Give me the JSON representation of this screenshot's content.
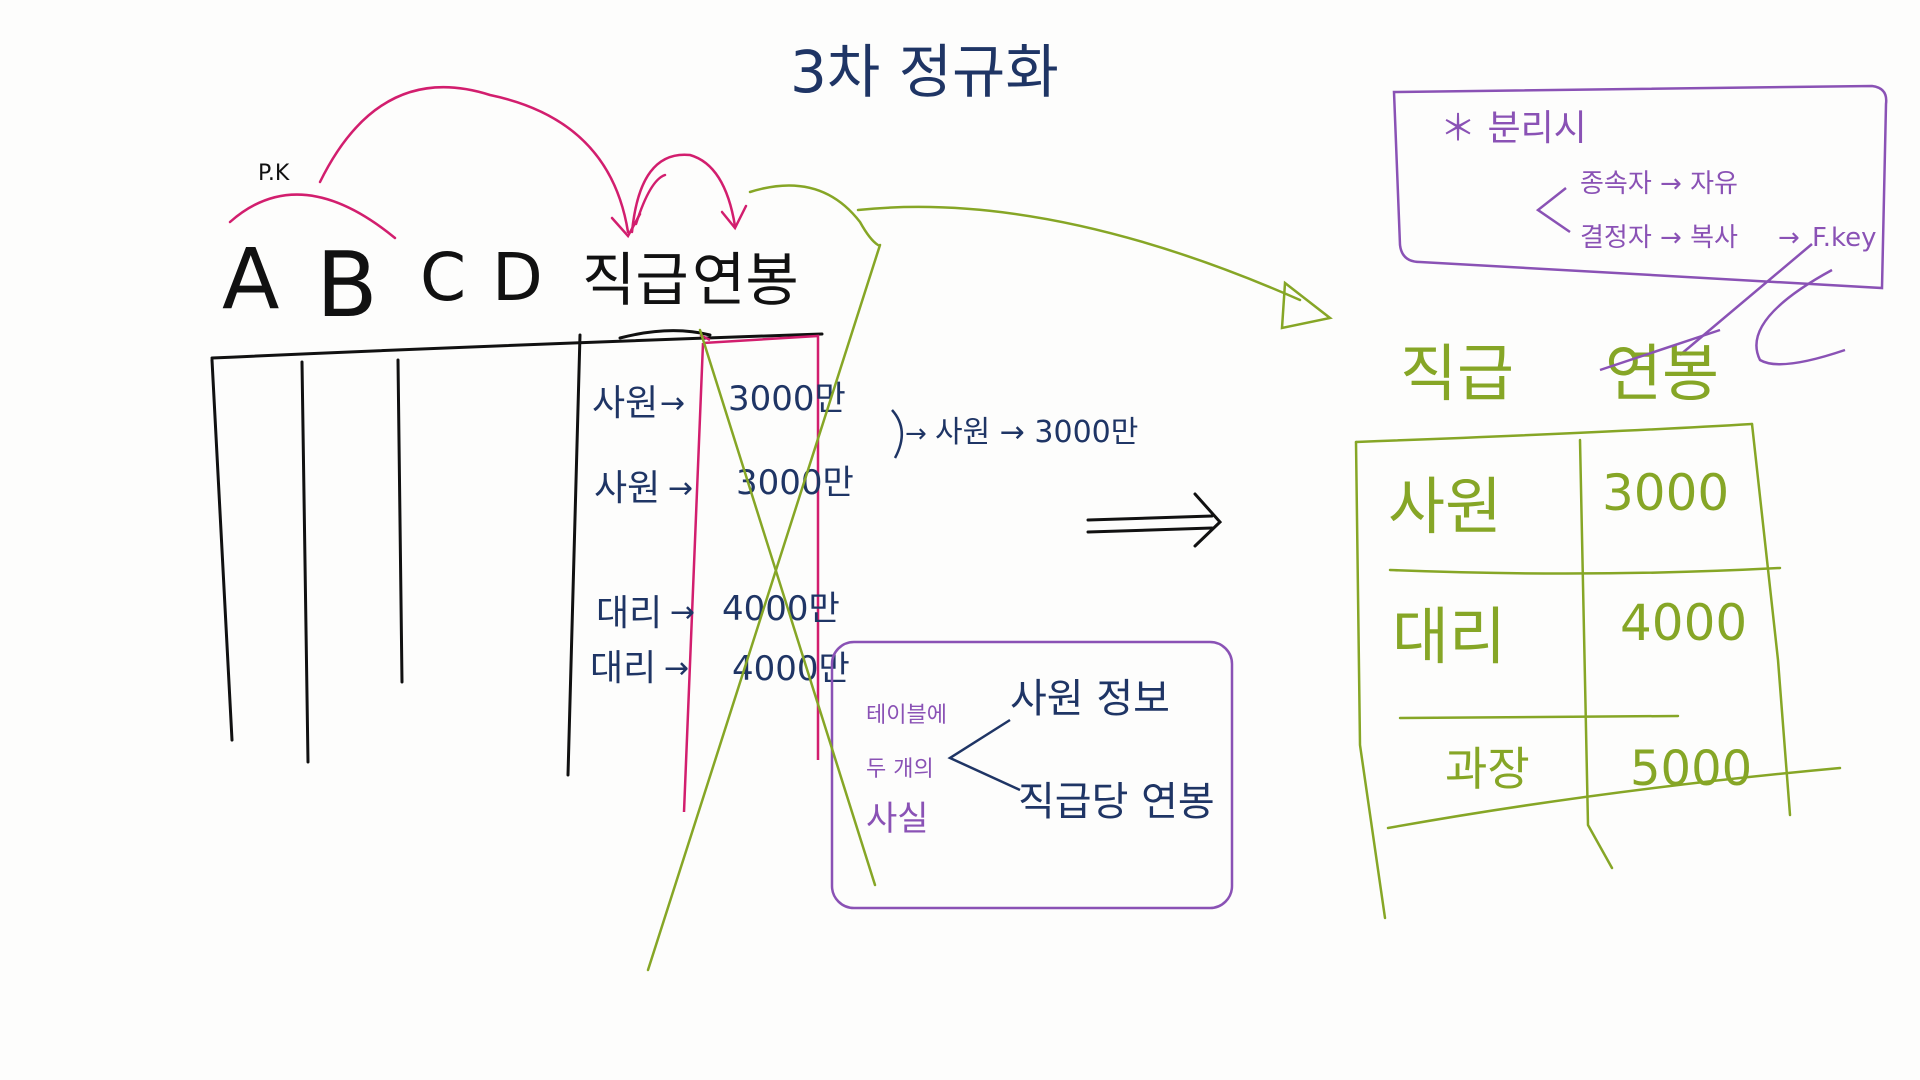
{
  "title": "3차 정규화",
  "pk_label": "P.K",
  "columns": [
    "A",
    "B",
    "C",
    "D",
    "직급",
    "연봉"
  ],
  "rows": [
    {
      "rank": "사원",
      "salary": "3000만"
    },
    {
      "rank": "사원",
      "salary": "3000만"
    },
    {
      "rank": "대리",
      "salary": "4000만"
    },
    {
      "rank": "대리",
      "salary": "4000만"
    }
  ],
  "merged": "사원 → 3000만",
  "facts": {
    "label_lines": [
      "테이블에",
      "두 개의",
      "사실"
    ],
    "items": [
      "사원 정보",
      "직급당 연봉"
    ]
  },
  "separation": {
    "title": "＊ 분리시",
    "dependent": "종속자 → 자유",
    "determinant": "결정자 → 복사",
    "fkey": "F.key"
  },
  "result_table": {
    "headers": [
      "직급",
      "연봉"
    ],
    "rows": [
      {
        "rank": "사원",
        "salary": "3000"
      },
      {
        "rank": "대리",
        "salary": "4000"
      },
      {
        "rank": "과장",
        "salary": "5000"
      }
    ]
  },
  "colors": {
    "navy": "#1f3565",
    "magenta": "#d21e6e",
    "purple": "#8a52b5",
    "green": "#86a626",
    "black": "#111111"
  }
}
